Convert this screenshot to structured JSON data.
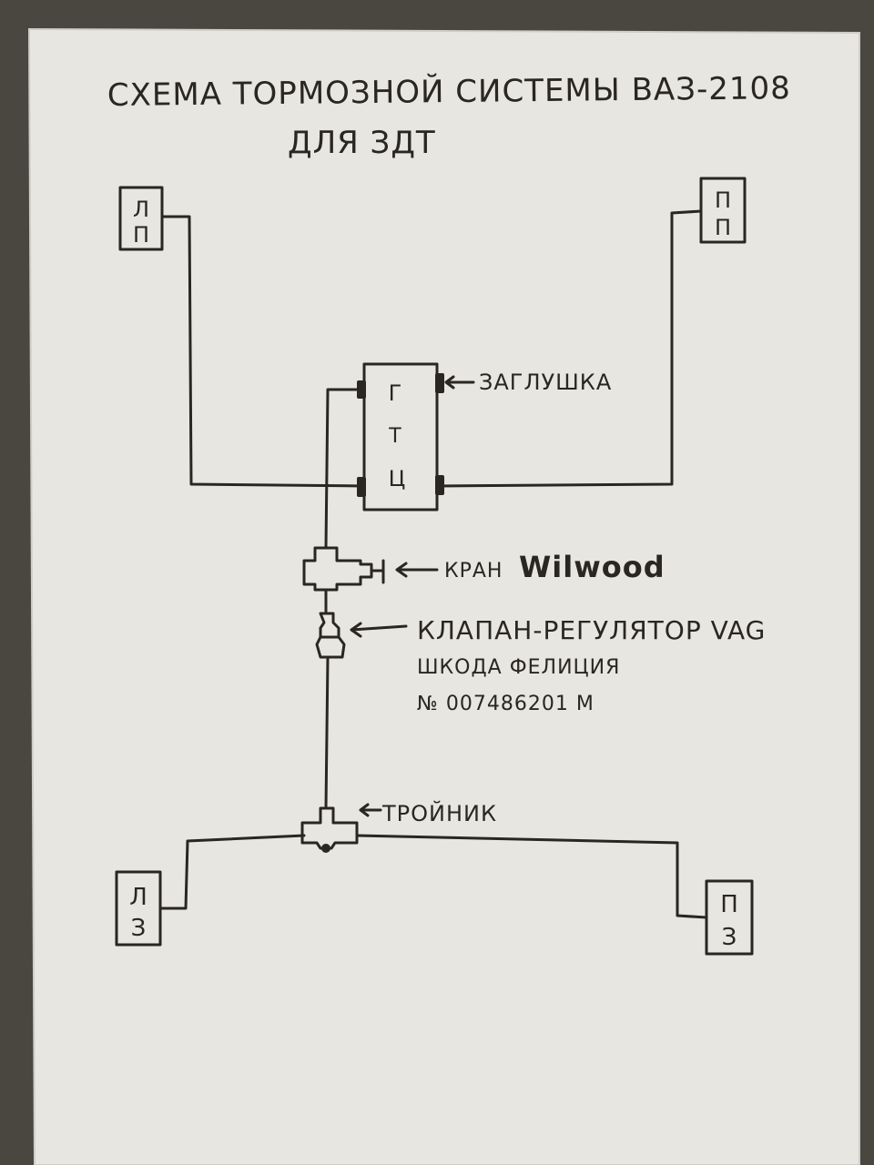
{
  "title_line1": "СХЕМА ТОРМОЗНОЙ СИСТЕМЫ ВАЗ-2108",
  "title_line2": "ДЛЯ ЗДТ",
  "wheels": {
    "front_left": {
      "line1": "Л",
      "line2": "П"
    },
    "front_right": {
      "line1": "П",
      "line2": "П"
    },
    "rear_left": {
      "line1": "Л",
      "line2": "З"
    },
    "rear_right": {
      "line1": "П",
      "line2": "З"
    }
  },
  "master_cylinder": {
    "l1": "Г",
    "l2": "Т",
    "l3": "Ц"
  },
  "labels": {
    "plug": "ЗАГЛУШКА",
    "valve_prefix": "КРАН",
    "valve_brand": "Wilwood",
    "regulator": "КЛАПАН-РЕГУЛЯТОР VAG",
    "regulator_car": "ШКОДА ФЕЛИЦИЯ",
    "regulator_no": "№  007486201 M",
    "tee": "ТРОЙНИК"
  },
  "colors": {
    "paper": "#e7e6e1",
    "ink": "#2a2622",
    "background": "#4a4741"
  }
}
